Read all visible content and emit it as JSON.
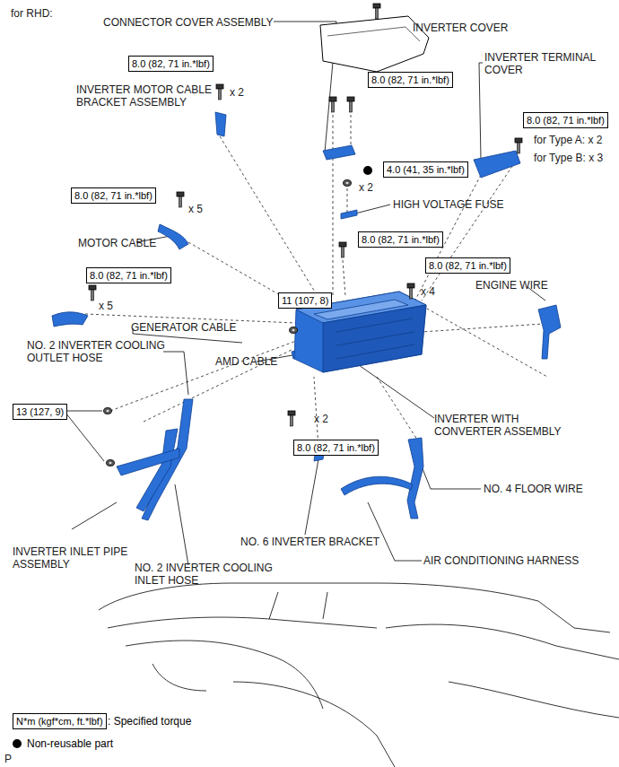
{
  "diagram": {
    "nodes": [
      {
        "text": [
          "8.0 (82, 71 in.*lbf)"
        ]
      },
      {
        "text": [
          "8.0 (82, 71 in.*lbf)"
        ]
      },
      {
        "text": [
          "8.0 (82, 71 in.*lbf)"
        ]
      },
      {
        "text": [
          "4.0 (41, 35 in.*lbf)"
        ]
      },
      {
        "text": [
          "8.0 (82, 71 in.*lbf)"
        ]
      },
      {
        "text": [
          "8.0 (82, 71 in.*lbf)"
        ]
      },
      {
        "text": [
          "8.0 (82, 71 in.*lbf)"
        ]
      },
      {
        "text": [
          "8.0 (82, 71 in.*lbf)"
        ]
      },
      {
        "text": [
          "11 (107, 8)"
        ]
      },
      {
        "text": [
          "13 (127, 9)"
        ]
      },
      {
        "text": [
          "8.0 (82, 71 in.*lbf)"
        ]
      },
      {
        "text": [
          "N*m (kgf*cm, ft.*lbf)"
        ]
      }
    ],
    "edges": [],
    "labels": [
      "for RHD:",
      "CONNECTOR COVER ASSEMBLY",
      "INVERTER COVER",
      "INVERTER TERMINAL COVER",
      "INVERTER MOTOR CABLE BRACKET ASSEMBLY",
      "x 2",
      "for Type A: x 2",
      "for Type B: x 3",
      "x 2",
      "HIGH VOLTAGE FUSE",
      "x 5",
      "MOTOR CABLE",
      "ENGINE WIRE",
      "x 4",
      "x 5",
      "GENERATOR CABLE",
      "NO. 2 INVERTER COOLING OUTLET HOSE",
      "AMD CABLE",
      "INVERTER WITH CONVERTER ASSEMBLY",
      "x 2",
      "NO. 4 FLOOR WIRE",
      "NO. 6 INVERTER BRACKET",
      "INVERTER INLET PIPE ASSEMBLY",
      "NO. 2 INVERTER COOLING INLET HOSE",
      "AIR CONDITIONING HARNESS",
      "P"
    ],
    "legend": [
      {
        "text": ": Specified torque"
      },
      {
        "text": "Non-reusable part"
      }
    ]
  }
}
